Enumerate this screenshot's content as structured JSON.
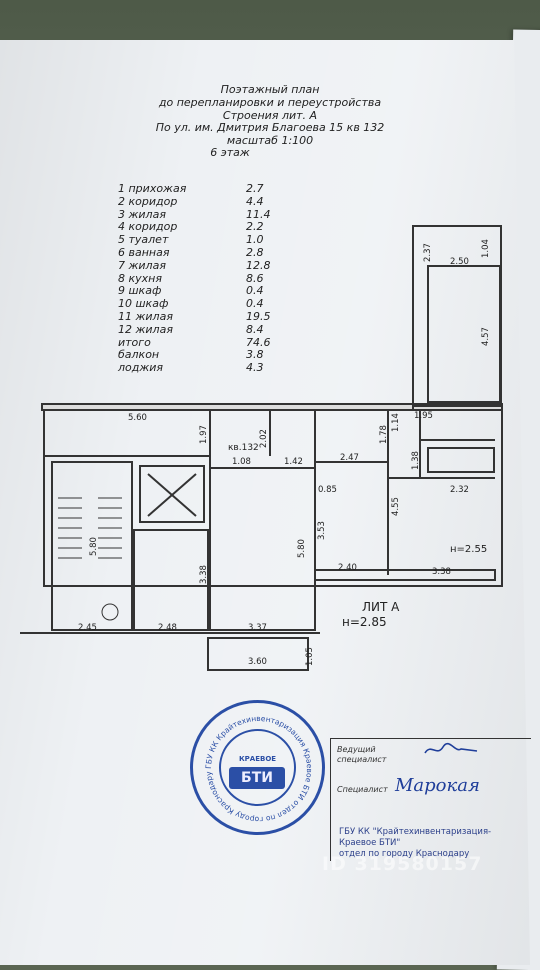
{
  "title_lines": [
    "Поэтажный план",
    "до перепланировки и переустройства",
    "Строения лит. А",
    "По ул. им. Дмитрия Благоева 15 кв 132",
    "масштаб        1:100",
    "6 этаж"
  ],
  "rooms": [
    {
      "n": "1  прихожая",
      "v": "2.7"
    },
    {
      "n": "2  коридор",
      "v": "4.4"
    },
    {
      "n": "3  жилая",
      "v": "11.4"
    },
    {
      "n": "4  коридор",
      "v": "2.2"
    },
    {
      "n": "5  туалет",
      "v": "1.0"
    },
    {
      "n": "6  ванная",
      "v": "2.8"
    },
    {
      "n": "7  жилая",
      "v": "12.8"
    },
    {
      "n": "8  кухня",
      "v": "8.6"
    },
    {
      "n": "9  шкаф",
      "v": "0.4"
    },
    {
      "n": "10  шкаф",
      "v": "0.4"
    },
    {
      "n": "11  жилая",
      "v": "19.5"
    },
    {
      "n": "12  жилая",
      "v": "8.4"
    },
    {
      "n": "итого",
      "v": "74.6"
    },
    {
      "n": "балкон",
      "v": "3.8"
    },
    {
      "n": "лоджия",
      "v": "4.3"
    }
  ],
  "plan_labels": {
    "apt": "кв.132",
    "lit": "ЛИТ А",
    "height": "н=2.85",
    "height_room": "н=2.55"
  },
  "dims": {
    "d237": "2.37",
    "d250": "2.50",
    "d104": "1.04",
    "d457": "4.57",
    "d560": "5.60",
    "d197": "1.97",
    "d202": "2.02",
    "d108": "1.08",
    "d142": "1.42",
    "d247": "2.47",
    "d178": "1.78",
    "d114": "1.14",
    "d195": "1.95",
    "d138": "1.38",
    "d232": "2.32",
    "d085": "0.85",
    "d353": "3.53",
    "d455": "4.55",
    "d580": "5.80",
    "d338": "3.38",
    "d240": "2.40",
    "d338b": "3.38",
    "d245": "2.45",
    "d248": "2.48",
    "d337": "3.37",
    "d360": "3.60",
    "d105": "1.05",
    "d580b": "5.80"
  },
  "stamp": {
    "center_top": "КРАЕВОЕ",
    "center_main": "БТИ",
    "ring": "ГБУ КК Крайтехинвентаризация Краевое БТИ отдел по городу Краснодару"
  },
  "signoff": {
    "lead_label": "Ведущий специалист",
    "spec_label": "Специалист",
    "spec_signature": "Марокая",
    "org_lines": [
      "ГБУ КК \"Крайтехинвентаризация-",
      "Краевое БТИ\"",
      "отдел по городу Краснодару"
    ]
  },
  "watermark": "ID 319580157"
}
